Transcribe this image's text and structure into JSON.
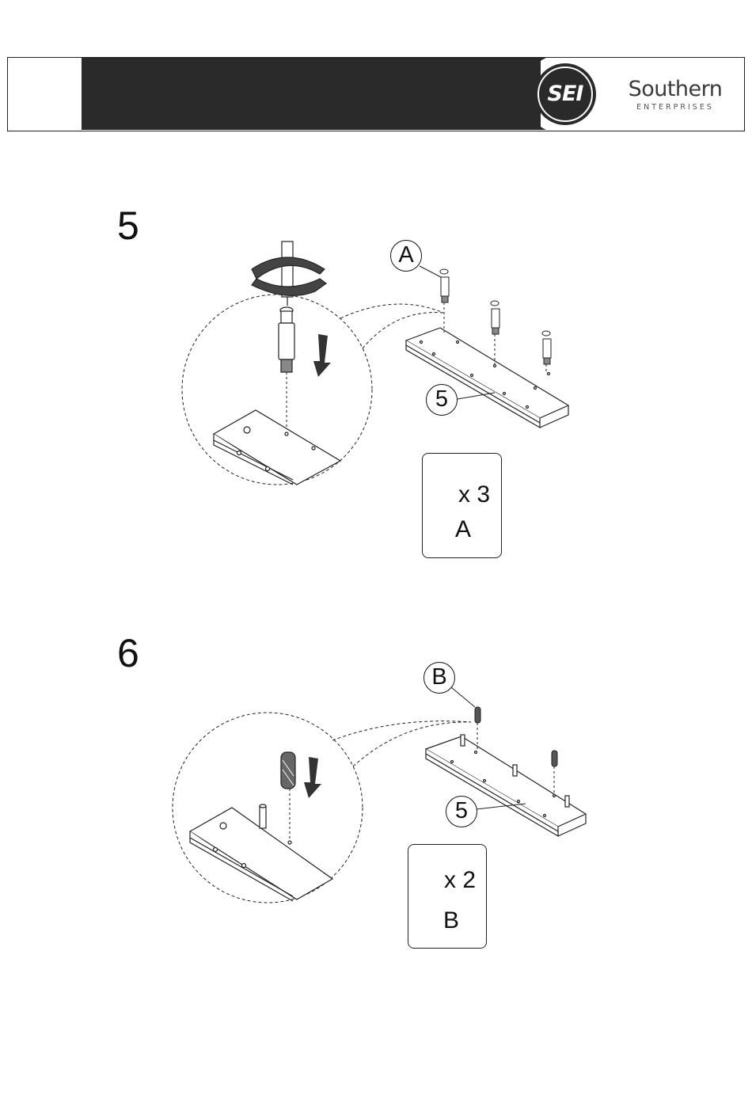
{
  "header": {
    "logo_mark": "SEI",
    "brand_name": "Southern",
    "brand_sub": "ENTERPRISES",
    "bar_color": "#2a2a2a"
  },
  "steps": [
    {
      "number": "5",
      "callout_part": "A",
      "callout_panel": "5",
      "quantity": "x 3",
      "part_letter": "A"
    },
    {
      "number": "6",
      "callout_part": "B",
      "callout_panel": "5",
      "quantity": "x 2",
      "part_letter": "B"
    }
  ]
}
